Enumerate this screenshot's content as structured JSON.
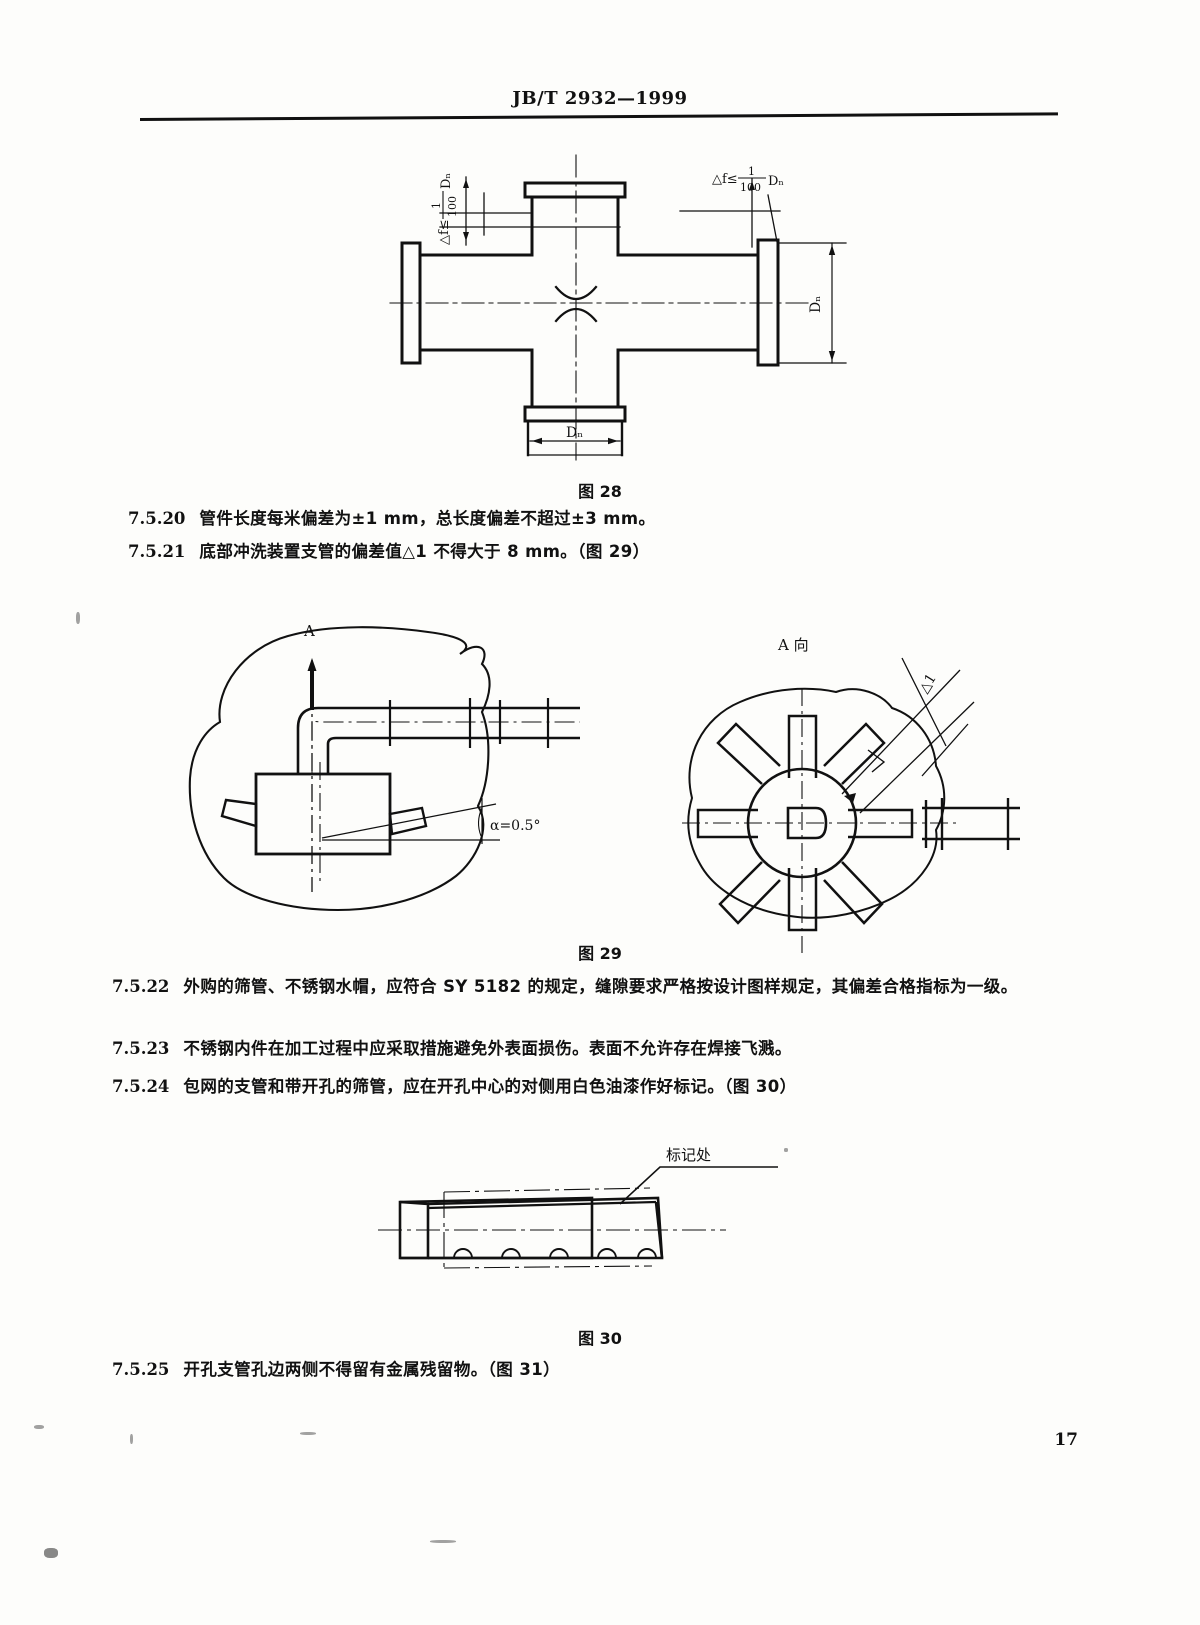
{
  "document": {
    "header_title": "JB/T 2932—1999",
    "page_number": "17"
  },
  "figures": [
    {
      "id": "figure-28",
      "caption": "图 28",
      "labels": {
        "tolerance_left": "△f≤",
        "tolerance_left_frac_num": "1",
        "tolerance_left_frac_den": "100",
        "tolerance_left_sym": "Dₙ",
        "tolerance_right": "△f≤",
        "tolerance_right_frac_num": "1",
        "tolerance_right_frac_den": "100",
        "tolerance_right_sym": "Dₙ",
        "dim_right": "Dₙ",
        "dim_bottom": "Dₙ"
      }
    },
    {
      "id": "figure-29",
      "caption": "图 29",
      "labels": {
        "section_arrow": "A",
        "view_title": "A 向",
        "angle": "α=0.5°",
        "deviation": "△1"
      }
    },
    {
      "id": "figure-30",
      "caption": "图 30",
      "labels": {
        "callout": "标记处"
      }
    }
  ],
  "clauses": [
    {
      "number": "7.5.20",
      "text": "管件长度每米偏差为±1 mm，总长度偏差不超过±3 mm。"
    },
    {
      "number": "7.5.21",
      "text": "底部冲洗装置支管的偏差值△1 不得大于 8 mm。（图 29）"
    },
    {
      "number": "7.5.22",
      "text": "外购的筛管、不锈钢水帽，应符合 SY 5182 的规定，缝隙要求严格按设计图样规定，其偏差合格指标为一级。"
    },
    {
      "number": "7.5.23",
      "text": "不锈钢内件在加工过程中应采取措施避免外表面损伤。表面不允许存在焊接飞溅。"
    },
    {
      "number": "7.5.24",
      "text": "包网的支管和带开孔的筛管，应在开孔中心的对侧用白色油漆作好标记。（图 30）"
    },
    {
      "number": "7.5.25",
      "text": "开孔支管孔边两侧不得留有金属残留物。（图 31）"
    }
  ],
  "colors": {
    "ink": "#111111",
    "paper": "#fdfdfb"
  }
}
